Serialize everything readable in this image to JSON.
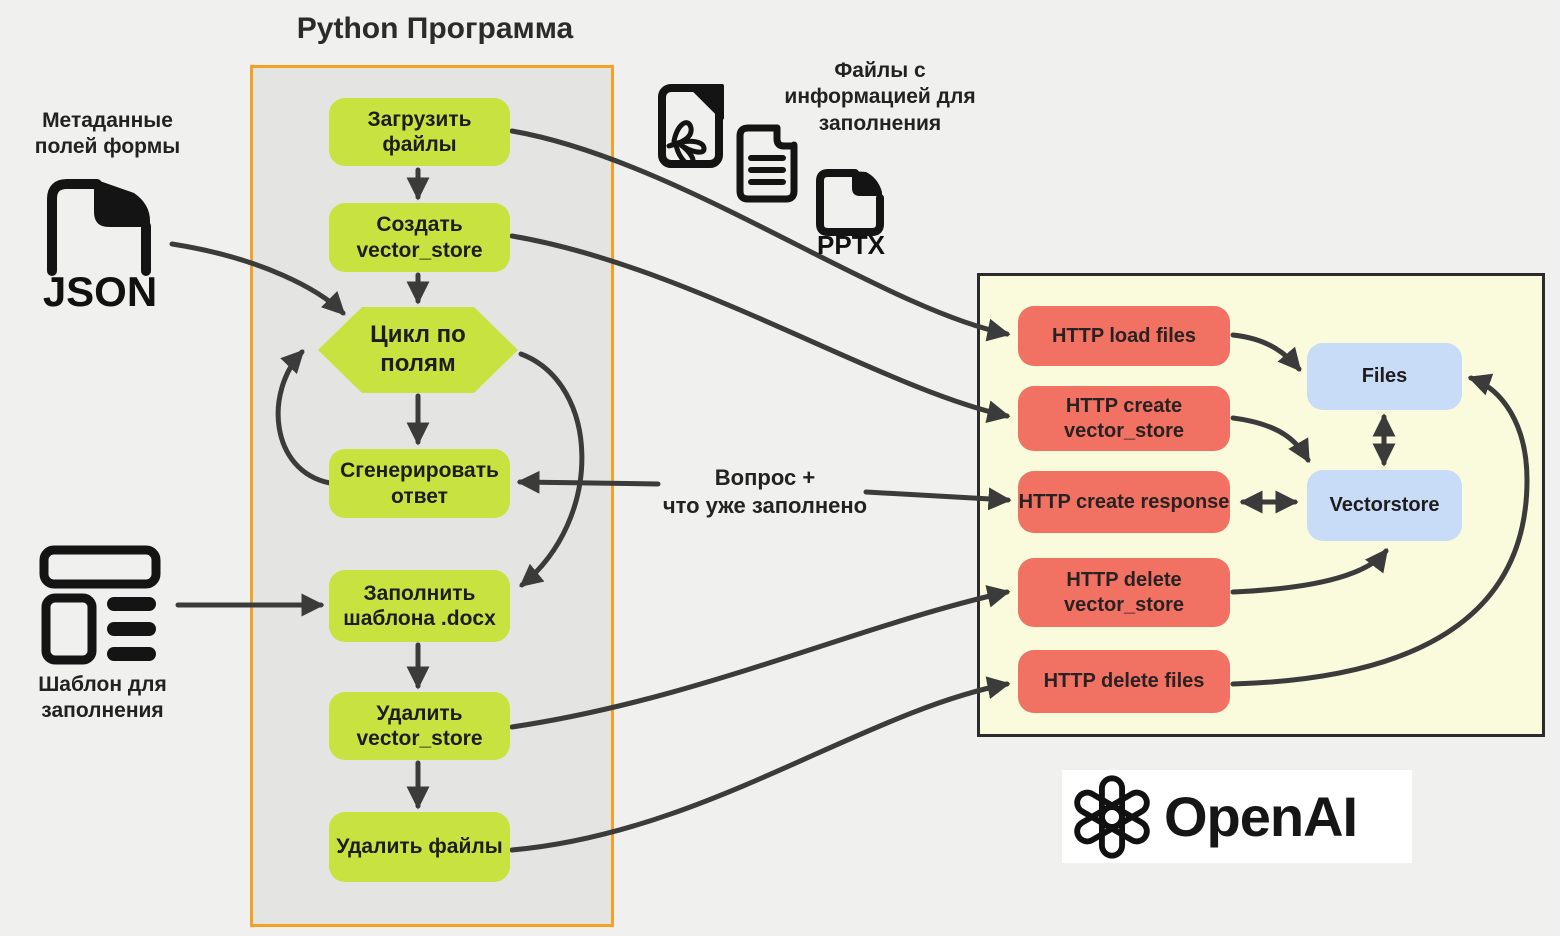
{
  "title": "Python Программа",
  "python_program": {
    "steps": {
      "load_files": "Загрузить файлы",
      "create_vector_store": "Создать\nvector_store",
      "loop_fields": "Цикл по\nполям",
      "generate_answer": "Сгенерировать\nответ",
      "fill_template": "Заполнить\nшаблона .docx",
      "delete_vector_store": "Удалить\nvector_store",
      "delete_files": "Удалить файлы"
    }
  },
  "inputs": {
    "form_metadata_label": "Метаданные\nполей формы",
    "json_file_type": "JSON",
    "files_info_label": "Файлы с\nинформацией для\nзаполнения",
    "pptx_file_type": "PPTX",
    "template_label": "Шаблон для\nзаполнения",
    "question_label": "Вопрос +\nчто уже заполнено"
  },
  "openai_api": {
    "endpoints": {
      "http_load_files": "HTTP load files",
      "http_create_vector_store": "HTTP create\nvector_store",
      "http_create_response": "HTTP create response",
      "http_delete_vector_store": "HTTP delete\nvector_store",
      "http_delete_files": "HTTP delete files"
    },
    "stores": {
      "files": "Files",
      "vectorstore": "Vectorstore"
    },
    "brand": "OpenAI"
  },
  "colors": {
    "step_fill": "#c8e33f",
    "endpoint_fill": "#f17163",
    "store_fill": "#c9dcf7",
    "api_panel_fill": "#fafadc",
    "program_panel_fill": "#e4e4e3",
    "program_panel_border": "#f5a125",
    "arrow": "#3b3b3b",
    "background": "#f0f0ef"
  }
}
